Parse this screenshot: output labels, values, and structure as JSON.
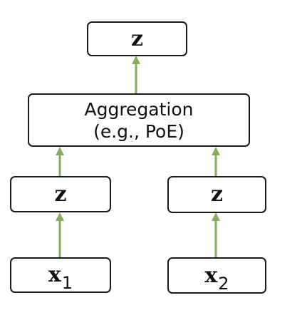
{
  "diagram": {
    "top_node": {
      "label": "z"
    },
    "aggregation": {
      "line1": "Aggregation",
      "line2": "(e.g., PoE)"
    },
    "latent_left": {
      "label": "z"
    },
    "latent_right": {
      "label": "z"
    },
    "input_left": {
      "label": "x",
      "subscript": "1"
    },
    "input_right": {
      "label": "x",
      "subscript": "2"
    },
    "colors": {
      "arrow": "#84ad5c",
      "border": "#1a1a1a",
      "text": "#111111"
    }
  }
}
